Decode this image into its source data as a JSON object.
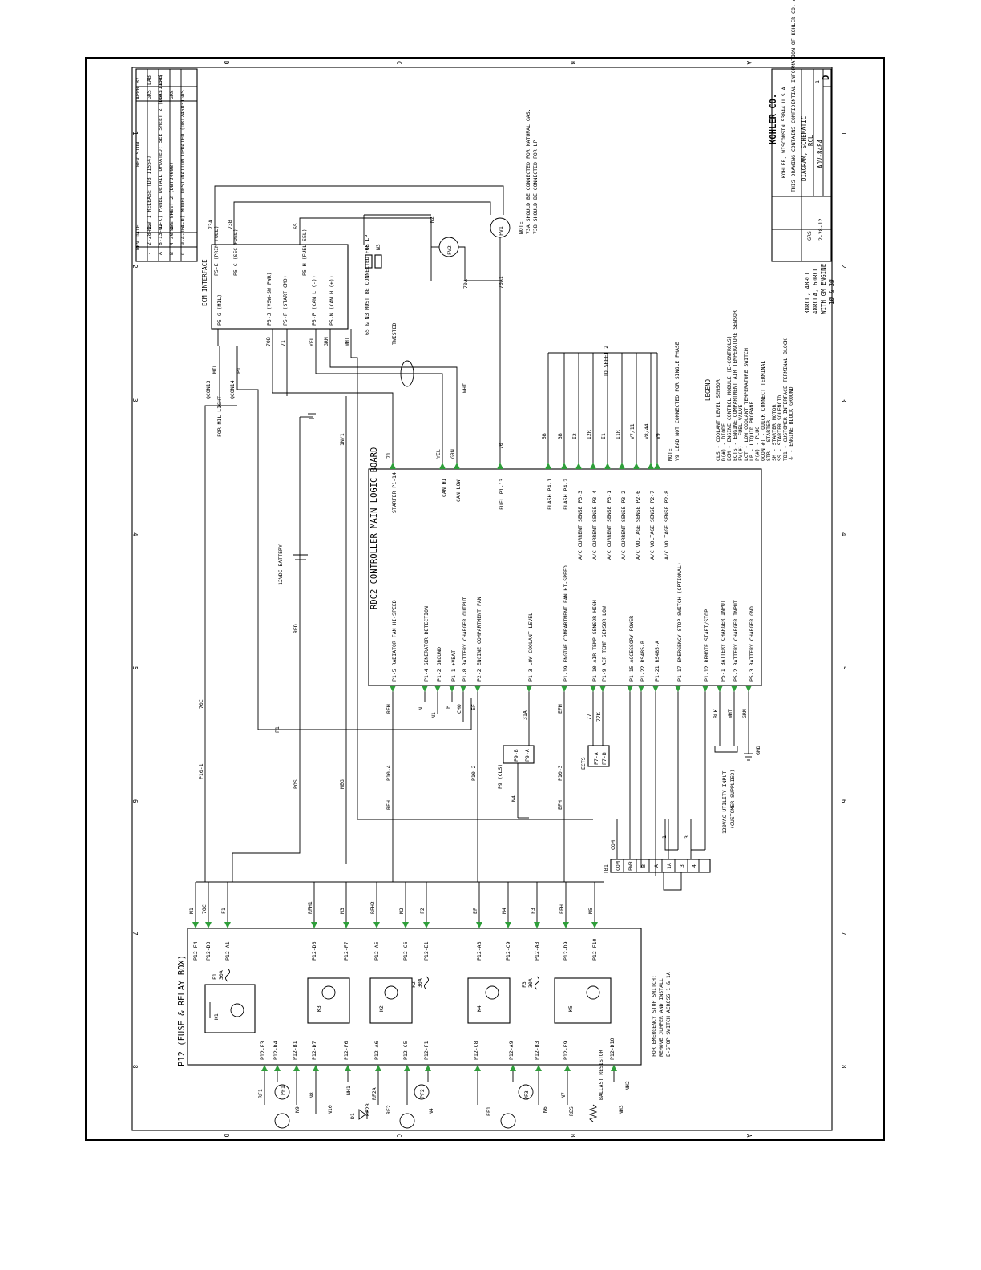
{
  "zone_letters": [
    "D",
    "C",
    "B",
    "A"
  ],
  "zone_numbers": [
    "1",
    "2",
    "3",
    "4",
    "5",
    "6",
    "7",
    "8"
  ],
  "revision_block": {
    "headers": [
      "REV",
      "DATE",
      "REVISION",
      "BY",
      "APPR"
    ],
    "rows": [
      [
        "-",
        "2-28-12",
        "REV 1 RELEASE (DBT11554)",
        "GRS",
        "LAB"
      ],
      [
        "A",
        "8-13-12",
        "(D-C) PANEL DETAIL UPDATED; SEE SHEET 2 (DBT21162)",
        "GRS",
        "LAB"
      ],
      [
        "B",
        "4-30-14",
        "SEE SHEET 2 (DBT24608)",
        "GRS",
        ""
      ],
      [
        "C",
        "9-4-15",
        "(A-D) MODEL DESIGNATION UPDATED (DBT24503)",
        "GRS",
        ""
      ]
    ]
  },
  "title_block": {
    "company": "KOHLER CO.",
    "address": "KOHLER, WISCONSIN 53044 U.S.A.",
    "confidential": "THIS DRAWING CONTAINS CONFIDENTIAL INFORMATION OF KOHLER CO. AND MAY NOT BE DISCLOSED OR REPRODUCED WITHOUT WRITTEN AUTHORIZATION.",
    "title": "DIAGRAM, SCHEMATIC",
    "subtitle": "RCL",
    "doc_number": "ADV-8484",
    "sheet": "1",
    "size": "D",
    "drawn_by": "GRS",
    "date": "2-28-12"
  },
  "model_note": [
    "38RCL, 48RCL",
    "48RCLA, 60RCL",
    "WITH GM ENGINE",
    "1Ø & 3Ø"
  ],
  "ecm": {
    "title": "ECM INTERFACE",
    "pins": [
      "P5-E (PRIM FUEL)",
      "P5-C (SEC FUEL)",
      "P5-H (FUEL SEL)",
      "P5-G (MIL)",
      "P5-J (VSW-SW PWR)",
      "P5-F (START CMD)",
      "P5-P (CAN L (-))",
      "P5-N (CAN H (+))"
    ]
  },
  "wires": {
    "w73a": "73A",
    "w73b": "73B",
    "w65": "65",
    "wn3": "N3",
    "w70b": "70B",
    "w71": "71",
    "yel": "YEL",
    "grn": "GRN",
    "wht": "WHT",
    "n2": "N2",
    "w70a": "70A",
    "w70a1": "70A1",
    "w70": "70",
    "w5b": "5B",
    "w3b": "3B",
    "i2": "I2",
    "i2r": "I2R",
    "i1": "I1",
    "i1r": "I1R",
    "v7": "V7/11",
    "v8": "V8/44",
    "v9": "V9",
    "fv1": "FV1",
    "fv2": "FV2",
    "twisted": "TWISTED",
    "note65": "65 & N3 MUST BE CONNECTED FOR LP",
    "qcon13": "QCON13",
    "mil": "MIL",
    "qcon14": "QCON14",
    "p1": "P1",
    "for_mil_light": "FOR MIL LIGHT",
    "n1n1": "1N/1",
    "battery": "12VDC BATTERY",
    "red": "RED",
    "w70c": "70C",
    "p10_1": "P10-1",
    "p10_4": "P10-4",
    "p10_2": "P10-2",
    "p10_3": "P10-3",
    "pos": "POS",
    "neg": "NEG",
    "rfh": "RFH",
    "efh": "EFH",
    "n": "N",
    "n1": "N1",
    "p": "P",
    "cho": "CHO",
    "ef": "EF",
    "w31a": "31A",
    "w77": "77",
    "w77k": "77K",
    "n4": "N4",
    "blk": "BLK",
    "gnd": "GND",
    "com": "COM"
  },
  "fuel_note": [
    "NOTE:",
    "73A SHOULD BE CONNECTED FOR NATURAL GAS.",
    "73B SHOULD BE CONNECTED FOR LP"
  ],
  "to_sheet": "TO SHEET 2",
  "v9_note": [
    "NOTE:",
    "V9 LEAD NOT CONNECTED FOR SINGLE PHASE"
  ],
  "legend": {
    "title": "LEGEND",
    "items": [
      "CLS - COOLANT LEVEL SENSOR",
      "D(#) - DIODE",
      "ECM - ENGINE CONTROL MODULE (E-CONTROLS)",
      "ECTS - ENGINE COMPARTMENT AIR TEMPERATURE SENSOR",
      "FV(#) - FUEL VALVE",
      "LCT - LOW COOLANT TEMPERATURE SWITCH",
      "LP - LIQUID PROPANE",
      "P(#) - PLUG",
      "QCON(#) - QUICK CONNECT TERMINAL",
      "STR - STARTER",
      "SM - STARTER MOTOR",
      "SS - STARTER SOLENOID",
      "TB1 - CUSTOMER INTERFACE TERMINAL BLOCK",
      "⏚ - ENGINE BLOCK GROUND"
    ]
  },
  "controller": {
    "title": "RDC2 CONTROLLER MAIN LOGIC BOARD",
    "top_pins": [
      "STARTER P1-14",
      "CAN HI",
      "CAN LOW",
      "FUEL P1-13",
      "FLASH P4-1",
      "FLASH P4-2",
      "A/C CURRENT SENSE P3-3",
      "A/C CURRENT SENSE P3-4",
      "A/C CURRENT SENSE P3-1",
      "A/C CURRENT SENSE P3-2",
      "A/C VOLTAGE SENSE P2-6",
      "A/C VOLTAGE SENSE P2-7",
      "A/C VOLTAGE SENSE P2-8"
    ],
    "bottom_pins": [
      "P1-5 RADIATOR FAN HI-SPEED",
      "P1-4 GENERATOR DETECTION",
      "P1-2 GROUND",
      "P1-1 +VBAT",
      "P1-8 BATTERY CHARGER OUTPUT",
      "P2-2 ENGINE COMPARTMENT FAN",
      "P1-3 LOW COOLANT LEVEL",
      "P1-19 ENGINE COMPARTMENT FAN HI-SPEED",
      "P1-10 AIR TEMP SENSOR HIGH",
      "P1-9 AIR TEMP SENSOR LOW",
      "P1-15 ACCESSORY POWER",
      "P1-22 RS485-B",
      "P1-21 RS485-A",
      "P1-17 EMERGENCY STOP SWITCH (OPTIONAL)",
      "P1-12 REMOTE START/STOP",
      "P5-1 BATTERY CHARGER INPUT",
      "P5-2 BATTERY CHARGER INPUT",
      "P5-3 BATTERY CHARGER GND"
    ]
  },
  "cls": {
    "label": "P9 (CLS)",
    "pins": [
      "P9-B",
      "P9-A"
    ]
  },
  "ects": {
    "label": "ECTS",
    "pins": [
      "P7-A",
      "P7-B"
    ]
  },
  "tb1": {
    "label": "TB1",
    "terms": [
      "COM",
      "PWR",
      "B",
      "A",
      "1A",
      "1",
      "3",
      "4"
    ]
  },
  "utility_input": [
    "120VAC UTILITY INPUT",
    "(CUSTOMER SUPPLIED)"
  ],
  "relay_box": {
    "title": "P12 (FUSE & RELAY BOX)",
    "top_wires": [
      "N1",
      "70C",
      "F1",
      "RFH1",
      "N3",
      "RFH2",
      "N2",
      "F2",
      "EF",
      "N4",
      "F3",
      "EFH",
      "N5"
    ],
    "top_pins": [
      "P12-F4",
      "P12-D3",
      "P12-A1",
      "P12-D6",
      "P12-F7",
      "P12-A5",
      "P12-C6",
      "P12-E1",
      "P12-A8",
      "P12-C9",
      "P12-A3",
      "P12-D9",
      "P12-F10"
    ],
    "bottom_pins": [
      "P12-F3",
      "P12-D4",
      "P12-B1",
      "P12-D7",
      "P12-F6",
      "P12-A6",
      "P12-C5",
      "P12-F1",
      "P12-C8",
      "P12-A9",
      "P12-B3",
      "P12-F9",
      "P12-D10"
    ],
    "relays": [
      "K1",
      "K3",
      "K2",
      "K4",
      "K5"
    ],
    "fuses": [
      {
        "name": "F1",
        "rating": "30A"
      },
      {
        "name": "F2",
        "rating": "30A"
      },
      {
        "name": "F3",
        "rating": "30A"
      }
    ]
  },
  "bottom_wires": [
    "RF1",
    "PF1",
    "N9",
    "N8",
    "N10",
    "NH1",
    "D1",
    "RF2B",
    "RF2A",
    "RF2",
    "PF2",
    "N4",
    "EF1",
    "PF3",
    "N6",
    "N7",
    "RES",
    "NH3",
    "NH2"
  ],
  "ballast_resistor": "BALLAST RESISTOR",
  "estop_note": [
    "FOR EMERGENCY STOP SWITCH:",
    "REMOVE JUMPER AND INSTALL",
    "E-STOP SWITCH ACROSS 1 & 1A"
  ]
}
